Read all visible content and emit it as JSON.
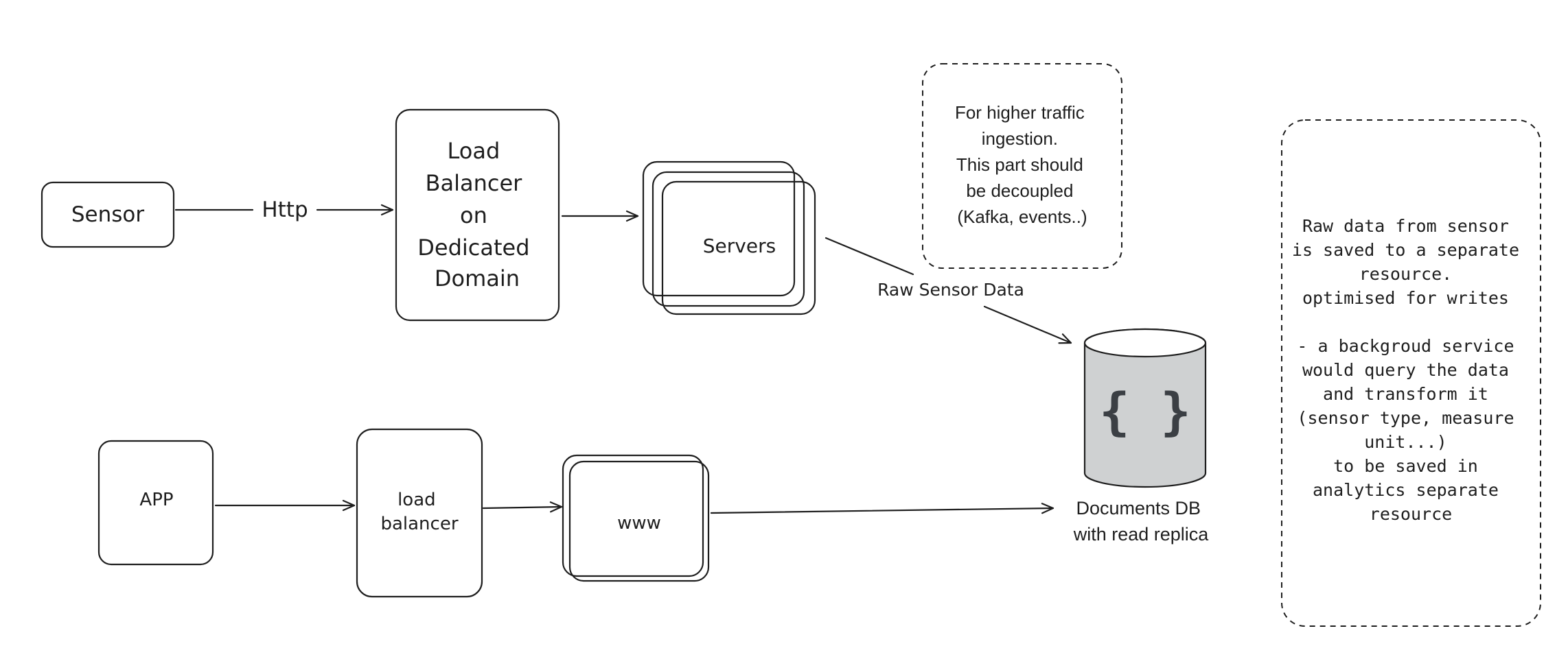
{
  "colors": {
    "stroke": "#1e1e1e",
    "db_fill": "#cfd1d2",
    "background": "#ffffff"
  },
  "nodes": {
    "sensor": "Sensor",
    "load_balancer": [
      "Load",
      "Balancer",
      "on",
      "Dedicated",
      "Domain"
    ],
    "servers": "Servers",
    "app": "APP",
    "app_load_balancer": [
      "load",
      "balancer"
    ],
    "www": "www",
    "db_icon": "{ }",
    "db_label": [
      "Documents DB",
      "with read replica"
    ]
  },
  "edges": {
    "sensor_to_lb": "Http",
    "servers_to_db": "Raw Sensor Data"
  },
  "notes": {
    "traffic": [
      "For higher traffic",
      "ingestion.",
      "This part should",
      "be decoupled",
      "(Kafka, events..)"
    ],
    "raw_data": [
      "Raw data from sensor",
      "is saved to a separate",
      "resource.",
      "optimised for writes",
      "",
      "- a backgroud service",
      "would query the data",
      "and transform it",
      "(sensor type, measure",
      "unit...)",
      "to be saved in",
      "analytics separate",
      "resource"
    ]
  }
}
